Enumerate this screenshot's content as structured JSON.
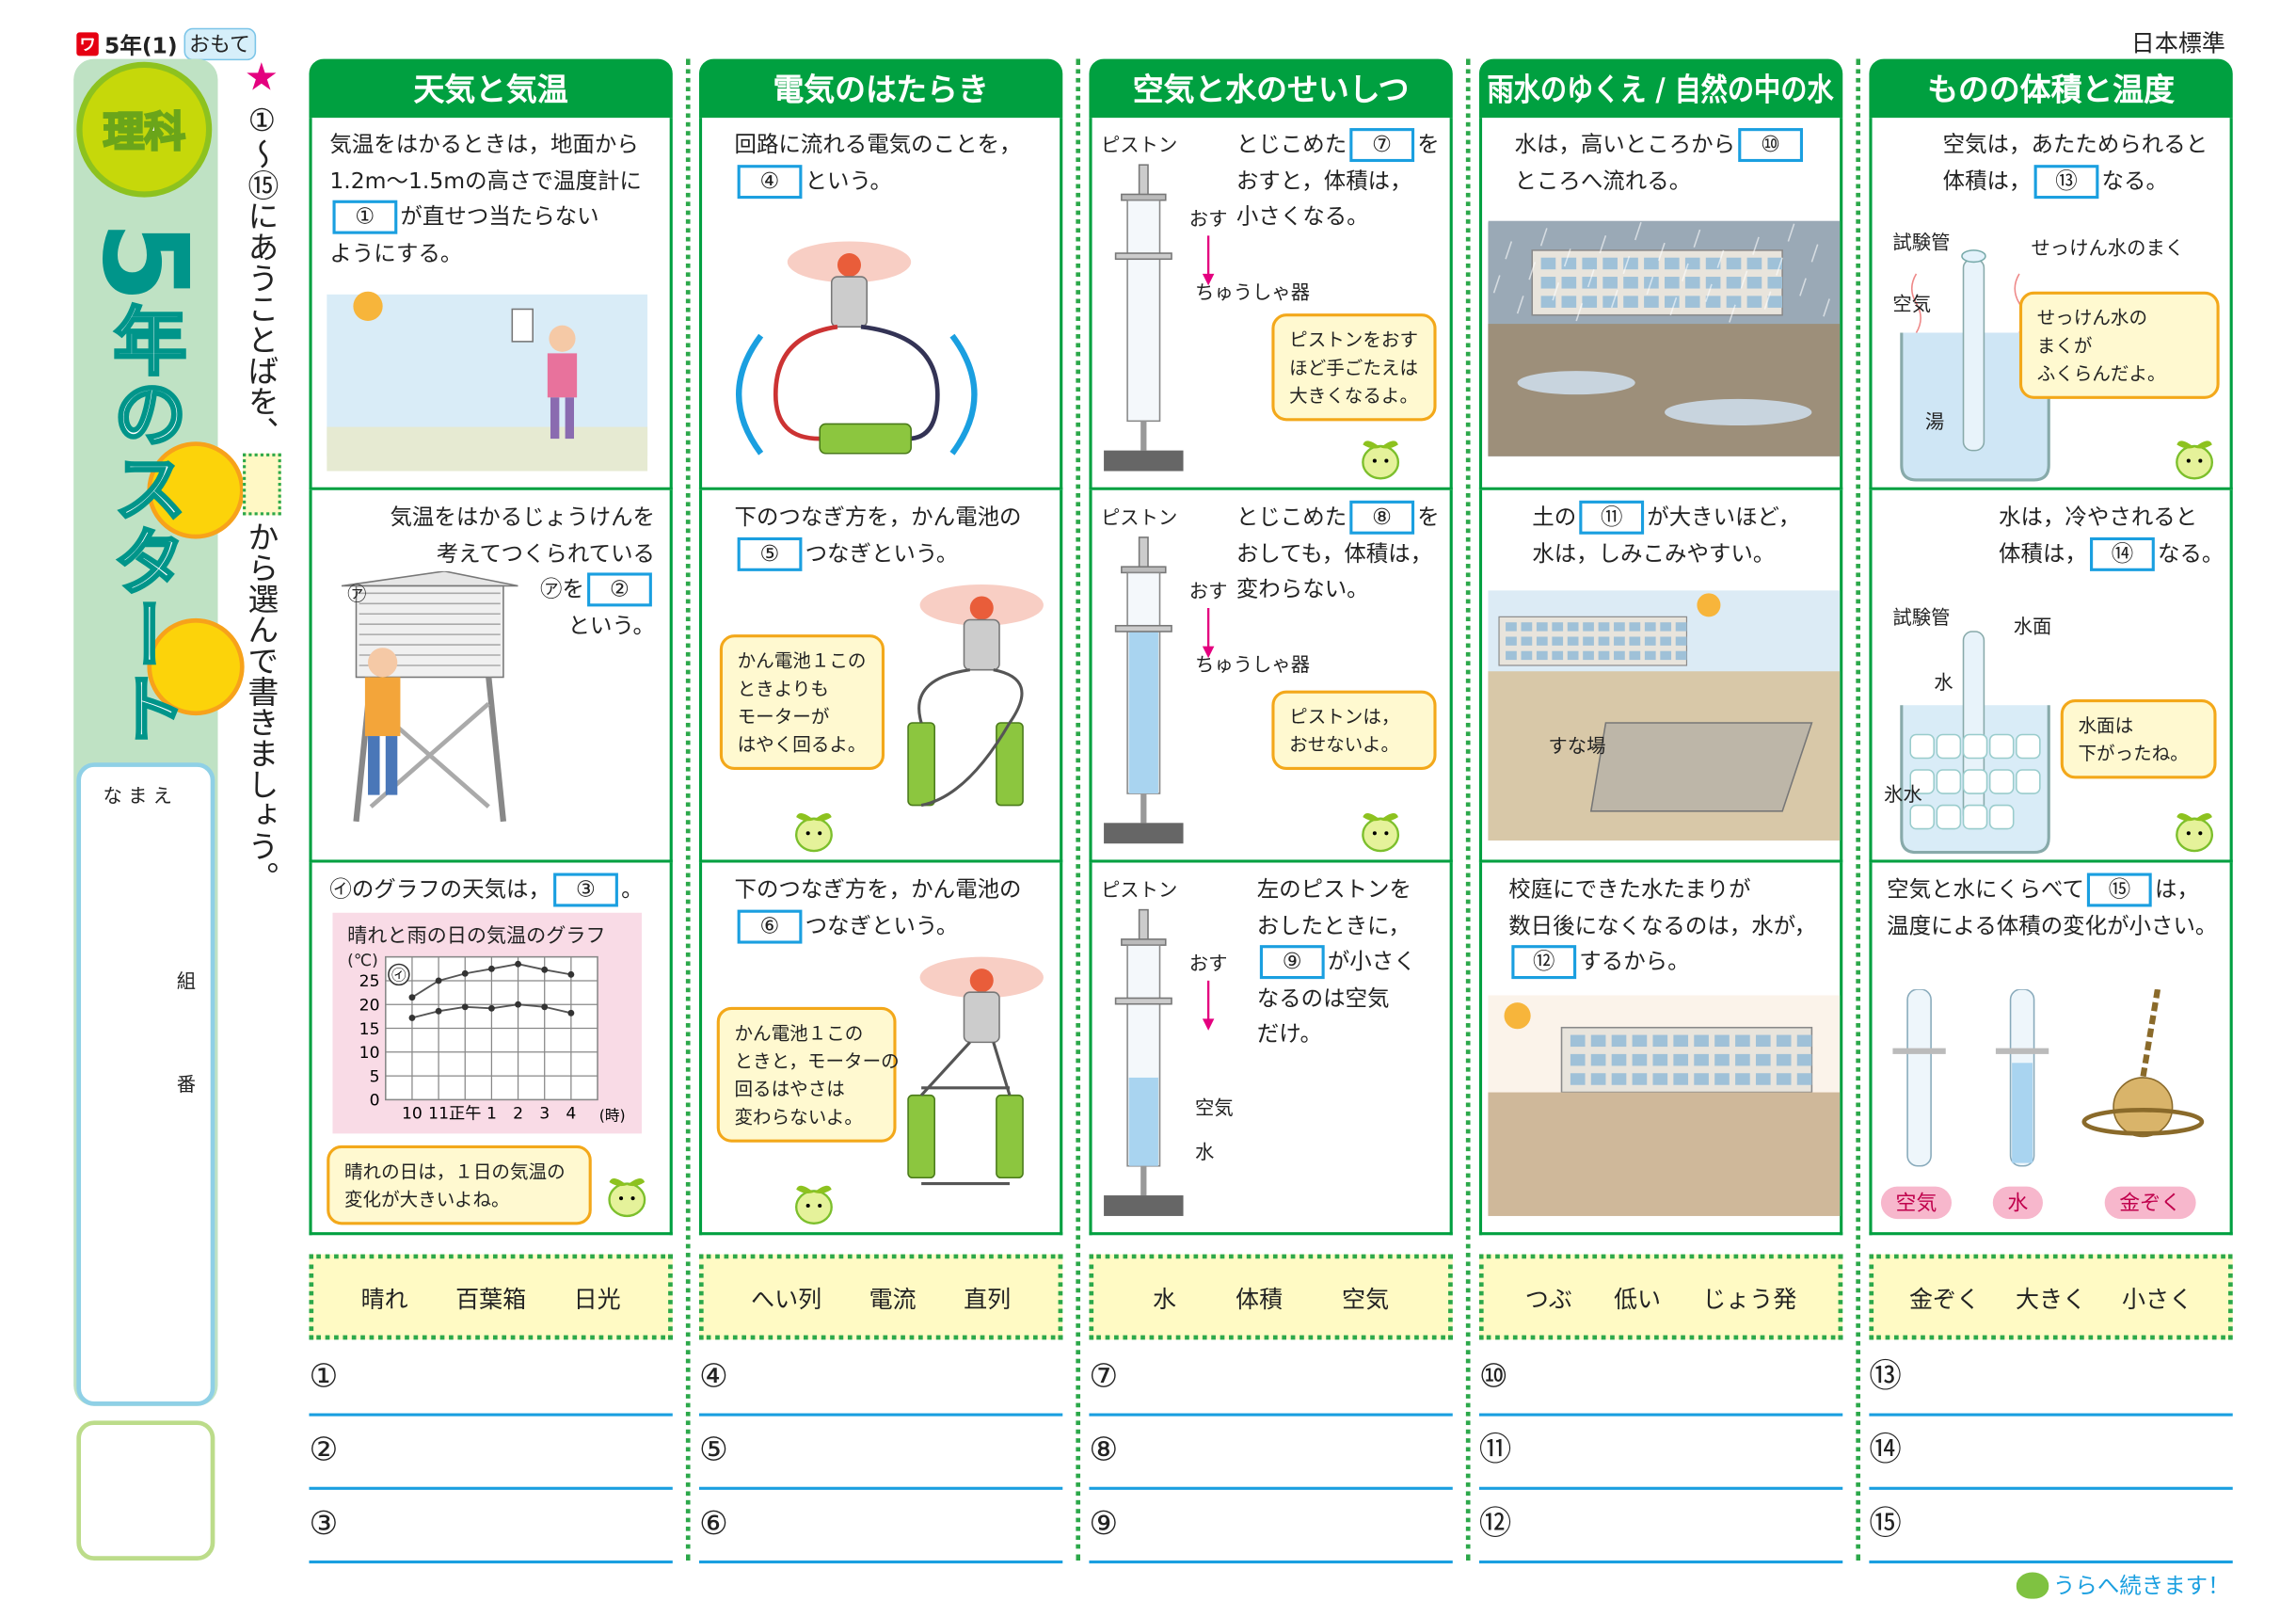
{
  "header": {
    "badge": "ワ",
    "grade_label": "5年(1)",
    "side_label": "おもて",
    "publisher": "日本標準",
    "continue_label": "うらへ続きます！"
  },
  "sidebar": {
    "subject": "理科",
    "title_num": "5",
    "title_rest": "年のスタート",
    "name_label": "なまえ",
    "class_label": "組",
    "number_label": "番"
  },
  "instruction": {
    "before": "①～⑮にあうことばを、",
    "after": "から選んで書きましょう。"
  },
  "colors": {
    "green": "#00a040",
    "blue_blank": "#1a9fe0",
    "bubble_border": "#f3a81a",
    "word_bg": "#fffac4",
    "star": "#e4007f"
  },
  "panels": [
    {
      "title": "天気と気温",
      "cells": [
        {
          "lines": [
            [
              {
                "t": "気温をはかるときは，地面から"
              }
            ],
            [
              {
                "t": "1.2m～1.5mの高さで温度計に"
              }
            ],
            [
              {
                "b": "①"
              },
              {
                "t": "が直せつ当たらない"
              }
            ],
            [
              {
                "t": "ようにする。"
              }
            ]
          ],
          "labels": [],
          "bubble": null,
          "illus": "sun-girl-thermometer"
        },
        {
          "lines": [
            [
              {
                "t": "気温をはかるじょうけんを"
              }
            ],
            [
              {
                "t": "考えてつくられている"
              }
            ],
            [
              {
                "t": "㋐を"
              },
              {
                "b": "②"
              }
            ],
            [
              {
                "t": "という。"
              }
            ]
          ],
          "labels": [
            "㋐"
          ],
          "bubble": null,
          "illus": "weather-shelter-boy"
        },
        {
          "lines": [
            [
              {
                "t": "㋑のグラフの天気は，"
              },
              {
                "b": "③"
              },
              {
                "t": "。"
              }
            ]
          ],
          "labels": [],
          "bubble": [
            "晴れの日は，１日の気温の",
            "変化が大きいよね。"
          ],
          "illus": "temperature-chart"
        }
      ]
    },
    {
      "title": "電気のはたらき",
      "cells": [
        {
          "lines": [
            [
              {
                "t": "回路に流れる電気のことを，"
              }
            ],
            [
              {
                "b": "④"
              },
              {
                "t": "という。"
              }
            ]
          ],
          "labels": [],
          "bubble": null,
          "illus": "fan-circuit"
        },
        {
          "lines": [
            [
              {
                "t": "下のつなぎ方を，かん電池の"
              }
            ],
            [
              {
                "b": "⑤"
              },
              {
                "t": "つなぎという。"
              }
            ]
          ],
          "labels": [],
          "bubble": [
            "かん電池１この",
            "ときよりも",
            "モーターが",
            "はやく回るよ。"
          ],
          "illus": "fan-series"
        },
        {
          "lines": [
            [
              {
                "t": "下のつなぎ方を，かん電池の"
              }
            ],
            [
              {
                "b": "⑥"
              },
              {
                "t": "つなぎという。"
              }
            ]
          ],
          "labels": [],
          "bubble": [
            "かん電池１この",
            "ときと，モーターの",
            "回るはやさは",
            "変わらないよ。"
          ],
          "illus": "fan-parallel"
        }
      ]
    },
    {
      "title": "空気と水のせいしつ",
      "cells": [
        {
          "lines": [
            [
              {
                "t": "とじこめた"
              },
              {
                "b": "⑦"
              },
              {
                "t": "を"
              }
            ],
            [
              {
                "t": "おすと，体積は，"
              }
            ],
            [
              {
                "t": "小さくなる。"
              }
            ]
          ],
          "labels": [
            "ピストン",
            "おす",
            "ちゅうしゃ器"
          ],
          "bubble": [
            "ピストンをおす",
            "ほど手ごたえは",
            "大きくなるよ。"
          ],
          "illus": "syringe-air"
        },
        {
          "lines": [
            [
              {
                "t": "とじこめた"
              },
              {
                "b": "⑧"
              },
              {
                "t": "を"
              }
            ],
            [
              {
                "t": "おしても，体積は，"
              }
            ],
            [
              {
                "t": "変わらない。"
              }
            ]
          ],
          "labels": [
            "ピストン",
            "おす",
            "ちゅうしゃ器"
          ],
          "bubble": [
            "ピストンは，",
            "おせないよ。"
          ],
          "illus": "syringe-water"
        },
        {
          "lines": [
            [
              {
                "t": "左のピストンを"
              }
            ],
            [
              {
                "t": "おしたときに，"
              }
            ],
            [
              {
                "b": "⑨"
              },
              {
                "t": "が小さく"
              }
            ],
            [
              {
                "t": "なるのは空気"
              }
            ],
            [
              {
                "t": "だけ。"
              }
            ]
          ],
          "labels": [
            "ピストン",
            "おす",
            "空気",
            "水"
          ],
          "bubble": null,
          "illus": "syringe-mixed"
        }
      ]
    },
    {
      "title": "雨水のゆくえ / 自然の中の水",
      "cells": [
        {
          "lines": [
            [
              {
                "t": "水は，高いところから"
              },
              {
                "b": "⑩"
              }
            ],
            [
              {
                "t": "ところへ流れる。"
              }
            ]
          ],
          "labels": [],
          "bubble": null,
          "illus": "rainy-school"
        },
        {
          "lines": [
            [
              {
                "t": "土の"
              },
              {
                "b": "⑪"
              },
              {
                "t": "が大きいほど，"
              }
            ],
            [
              {
                "t": "水は，しみこみやすい。"
              }
            ]
          ],
          "labels": [
            "すな場"
          ],
          "bubble": null,
          "illus": "sandbox-school"
        },
        {
          "lines": [
            [
              {
                "t": "校庭にできた水たまりが"
              }
            ],
            [
              {
                "t": "数日後になくなるのは，水が，"
              }
            ],
            [
              {
                "b": "⑫"
              },
              {
                "t": "するから。"
              }
            ]
          ],
          "labels": [],
          "bubble": null,
          "illus": "sunny-school"
        }
      ]
    },
    {
      "title": "ものの体積と温度",
      "cells": [
        {
          "lines": [
            [
              {
                "t": "空気は，あたためられると"
              }
            ],
            [
              {
                "t": "体積は，"
              },
              {
                "b": "⑬"
              },
              {
                "t": "なる。"
              }
            ]
          ],
          "labels": [
            "試験管",
            "せっけん水のまく",
            "空気",
            "湯"
          ],
          "bubble": [
            "せっけん水の",
            "まくが",
            "ふくらんだよ。"
          ],
          "illus": "tube-hot-water"
        },
        {
          "lines": [
            [
              {
                "t": "水は，冷やされると"
              }
            ],
            [
              {
                "t": "体積は，"
              },
              {
                "b": "⑭"
              },
              {
                "t": "なる。"
              }
            ]
          ],
          "labels": [
            "試験管",
            "水面",
            "水",
            "氷水"
          ],
          "bubble": [
            "水面は",
            "下がったね。"
          ],
          "illus": "tube-ice-water"
        },
        {
          "lines": [
            [
              {
                "t": "空気と水にくらべて"
              },
              {
                "b": "⑮"
              },
              {
                "t": "は，"
              }
            ],
            [
              {
                "t": "温度による体積の変化が小さい。"
              }
            ]
          ],
          "labels": [
            "空気",
            "水",
            "金ぞく"
          ],
          "bubble": null,
          "illus": "air-water-metal"
        }
      ]
    }
  ],
  "word_banks": [
    [
      "晴れ",
      "百葉箱",
      "日光"
    ],
    [
      "へい列",
      "電流",
      "直列"
    ],
    [
      "水",
      "体積",
      "空気"
    ],
    [
      "つぶ",
      "低い",
      "じょう発"
    ],
    [
      "金ぞく",
      "大きく",
      "小さく"
    ]
  ],
  "answer_numbers": [
    [
      "①",
      "②",
      "③"
    ],
    [
      "④",
      "⑤",
      "⑥"
    ],
    [
      "⑦",
      "⑧",
      "⑨"
    ],
    [
      "⑩",
      "⑪",
      "⑫"
    ],
    [
      "⑬",
      "⑭",
      "⑮"
    ]
  ],
  "chart_data": {
    "type": "line",
    "title": "晴れと雨の日の気温のグラフ",
    "ylabel": "(℃)",
    "xlabel": "(時)",
    "categories": [
      "10",
      "11",
      "正午",
      "1",
      "2",
      "3",
      "4"
    ],
    "yticks": [
      0,
      5,
      10,
      15,
      20,
      25
    ],
    "ylim": [
      0,
      30
    ],
    "grid": true,
    "series": [
      {
        "name": "㋑",
        "values": [
          21.5,
          25,
          26.5,
          27.5,
          28.5,
          27.3,
          26.3
        ]
      },
      {
        "values": [
          17.2,
          18.6,
          19.5,
          19.2,
          20,
          19.5,
          18.2
        ]
      }
    ]
  }
}
